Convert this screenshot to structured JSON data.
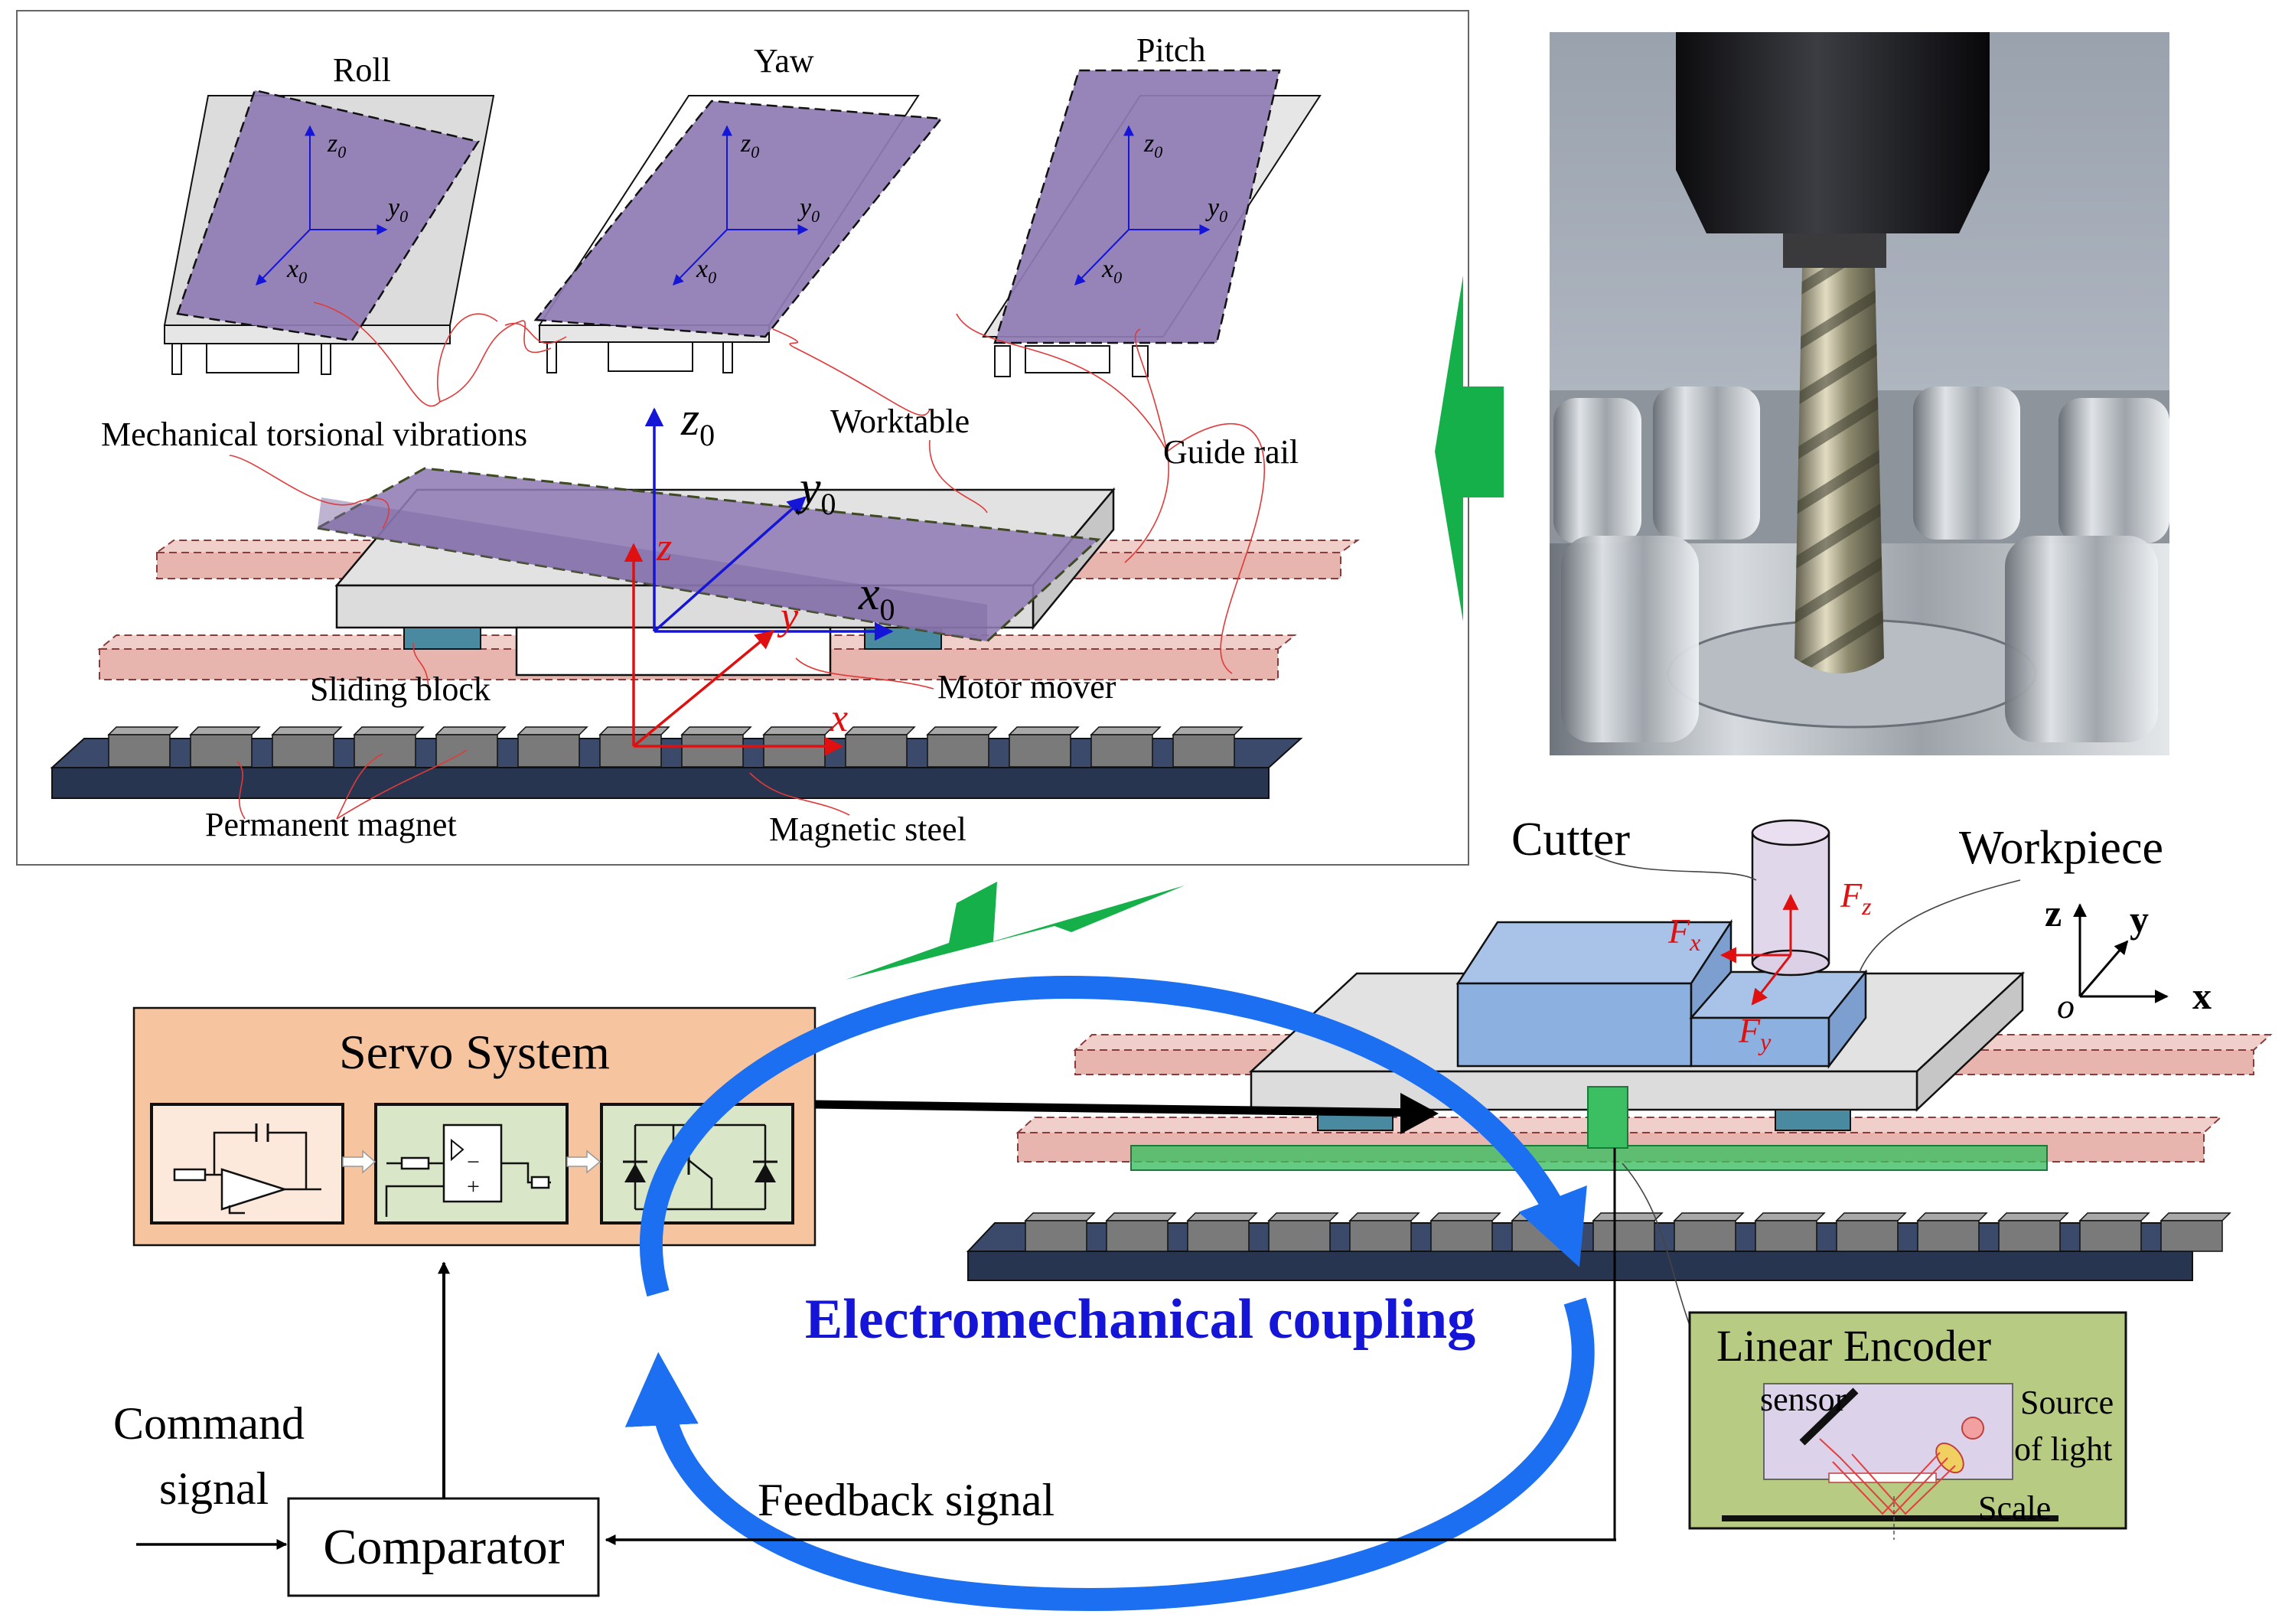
{
  "top_panel": {
    "poses": {
      "roll": "Roll",
      "yaw": "Yaw",
      "pitch": "Pitch"
    },
    "small_axes": {
      "z": "z",
      "y": "y",
      "x": "x",
      "subscript": "0"
    },
    "labels": {
      "torsional": "Mechanical torsional vibrations",
      "worktable": "Worktable",
      "guide_rail": "Guide rail",
      "sliding_block": "Sliding block",
      "motor_mover": "Motor mover",
      "permanent_magnet": "Permanent magnet",
      "magnetic_steel": "Magnetic steel"
    },
    "main_axes": {
      "z0": "z",
      "y0": "y",
      "x0": "x",
      "subscript": "0",
      "z": "z",
      "y": "y",
      "x": "x"
    }
  },
  "machine": {
    "cutter": "Cutter",
    "workpiece": "Workpiece",
    "forces": {
      "fx": "F",
      "fx_sub": "x",
      "fy": "F",
      "fy_sub": "y",
      "fz": "F",
      "fz_sub": "z"
    },
    "axes": {
      "z": "z",
      "y": "y",
      "x": "x",
      "o": "o"
    }
  },
  "servo": {
    "title": "Servo System"
  },
  "coupling": "Electromechanical coupling",
  "command_signal": [
    "Command",
    "signal"
  ],
  "comparator": "Comparator",
  "feedback": "Feedback signal",
  "encoder": {
    "title": "Linear Encoder",
    "sensor": "sensor",
    "source": [
      "Source",
      "of light"
    ],
    "scale": "Scale"
  },
  "colors": {
    "table_purple": "#8f7cb4",
    "rail_pink": "#e8b4ae",
    "base_navy": "#283550",
    "magnet_gray": "#7a7a7a",
    "servo_orange": "#f7c4a0",
    "encoder_green": "#b7cc82",
    "coupling_blue": "#1b6ff0",
    "arrow_green": "#16b04a",
    "workpiece_blue": "#8cb0e0",
    "force_red": "#dd1111"
  }
}
